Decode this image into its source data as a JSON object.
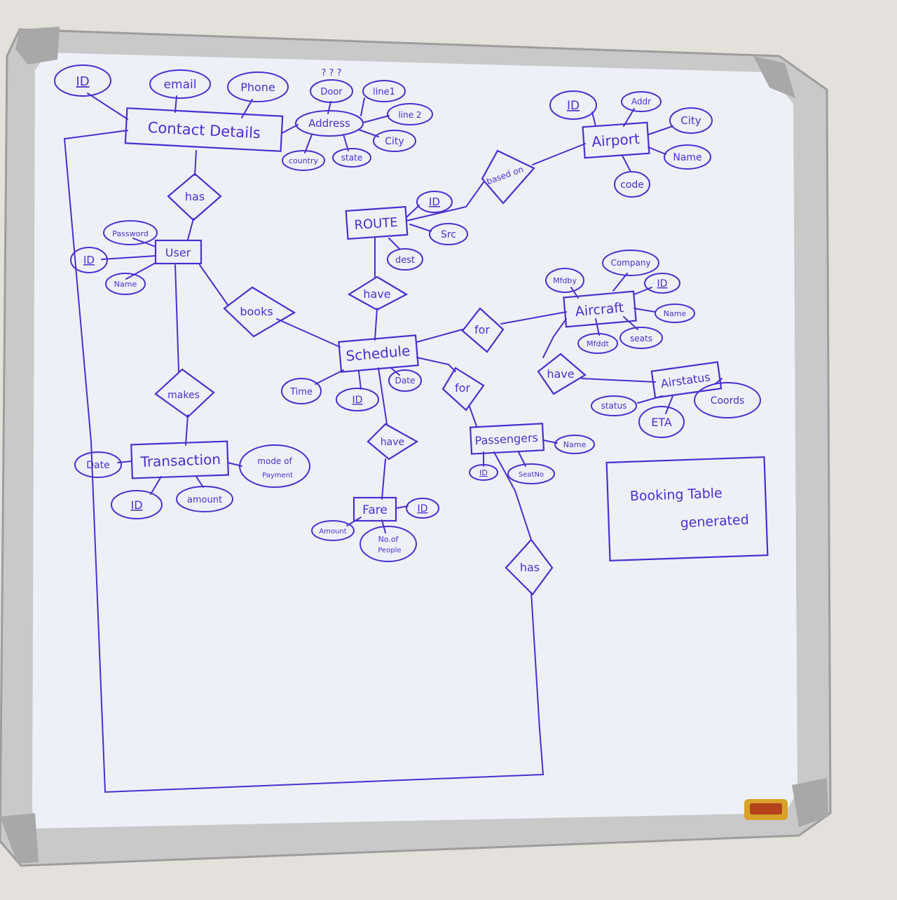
{
  "colors": {
    "wall": "#e4e1dc",
    "frame": "#c9c9c9",
    "frame_shadow": "#9d9d9d",
    "board": "#eef0f7",
    "marker": "#4a2fd0",
    "eraser_body": "#d8a12a",
    "eraser_top": "#b4421c"
  },
  "entities": {
    "contact_details": "Contact Details",
    "user": "User",
    "transaction": "Transaction",
    "route": "ROUTE",
    "airport": "Airport",
    "schedule": "Schedule",
    "aircraft": "Aircraft",
    "airstatus": "Airstatus",
    "passengers": "Passengers",
    "fare": "Fare"
  },
  "relationships": {
    "has_contact": "has",
    "books": "books",
    "makes": "makes",
    "have_route": "have",
    "based_on": "based on",
    "for_aircraft": "for",
    "have_status": "have",
    "for_passengers": "for",
    "have_fare": "have",
    "has_passengers": "has"
  },
  "attributes": {
    "cd_id": "ID",
    "cd_email": "email",
    "cd_phone": "Phone",
    "address": "Address",
    "addr_door": "Door",
    "addr_line1": "line1",
    "addr_line2": "line 2",
    "addr_city": "City",
    "addr_state": "state",
    "addr_country": "country",
    "door_marks": "? ? ?",
    "user_password": "Password",
    "user_id": "ID",
    "user_name": "Name",
    "txn_date": "Date",
    "txn_mode": "mode of",
    "txn_mode2": "Payment",
    "txn_id": "ID",
    "txn_amount": "amount",
    "route_id": "ID",
    "route_src": "Src",
    "route_dest": "dest",
    "airport_id": "ID",
    "airport_addr": "Addr",
    "airport_city": "City",
    "airport_name": "Name",
    "airport_code": "code",
    "sched_time": "Time",
    "sched_id": "ID",
    "sched_date": "Date",
    "ac_mfdby": "Mfdby",
    "ac_company": "Company",
    "ac_id": "ID",
    "ac_name": "Name",
    "ac_mfddt": "Mfddt",
    "ac_seats": "seats",
    "as_status": "status",
    "as_eta": "ETA",
    "as_coords": "Coords",
    "pass_name": "Name",
    "pass_id": "ID",
    "pass_seat": "SeatNo",
    "fare_id": "ID",
    "fare_amount": "Amount",
    "fare_people": "No.of",
    "fare_people2": "People"
  },
  "note": {
    "line1": "Booking Table",
    "line2": "generated"
  }
}
